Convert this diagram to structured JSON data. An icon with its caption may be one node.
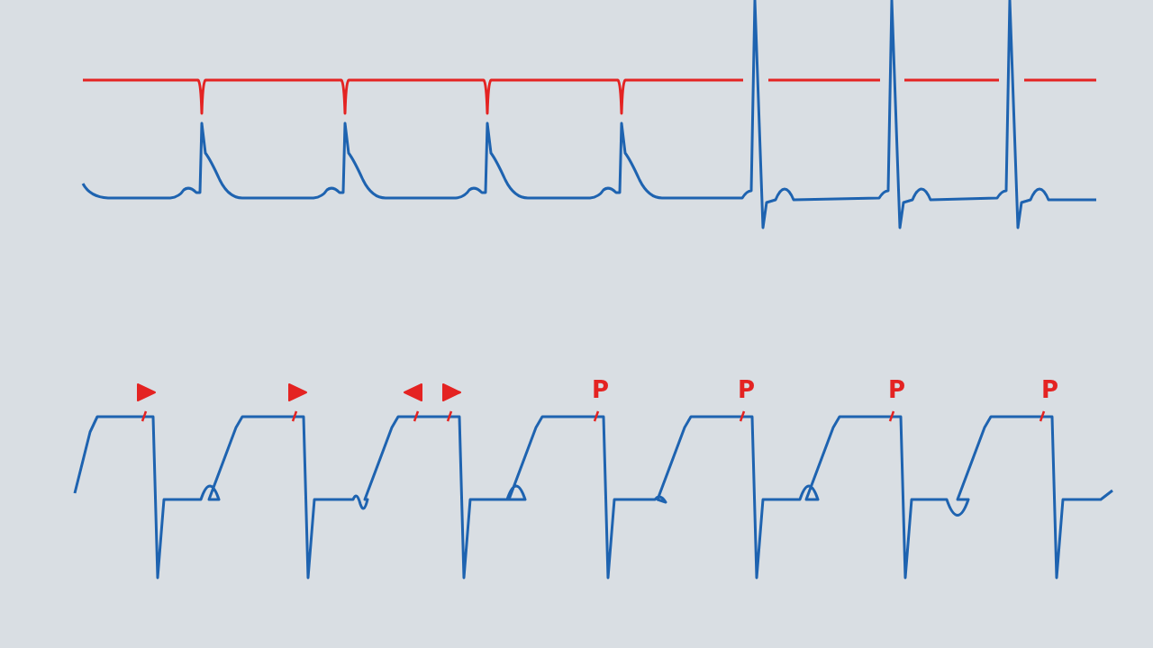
{
  "diagram": {
    "labels": [
      "P",
      "P",
      "P",
      "P"
    ]
  }
}
